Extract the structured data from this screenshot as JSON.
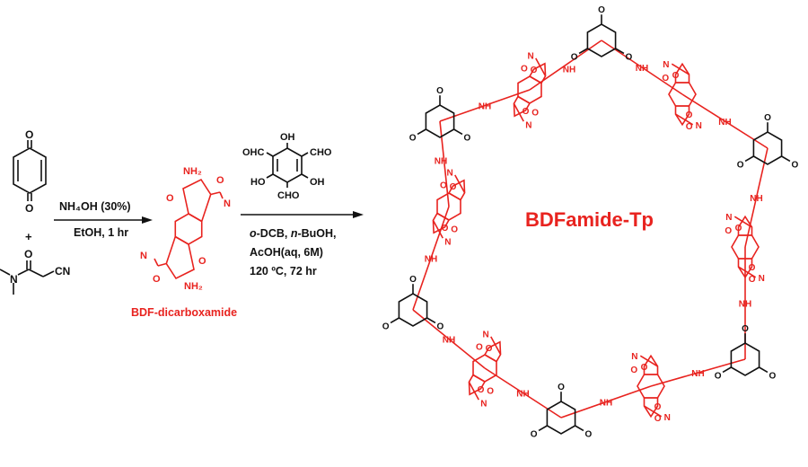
{
  "colors": {
    "black": "#111111",
    "red": "#e8231f"
  },
  "reactants": {
    "quinone_O": "O",
    "plus": "+",
    "amide_O": "O",
    "amide_N": "N",
    "nitrile": "CN"
  },
  "step1": {
    "reagent": "NH₄OH (30%)",
    "conditions": "EtOH, 1 hr"
  },
  "bdf": {
    "name": "BDF-dicarboxamide",
    "nh2": "NH₂",
    "ring_O": "O",
    "amide_O": "O",
    "amide_N": "N"
  },
  "tp": {
    "oh": "OH",
    "ho": "HO",
    "cho": "CHO",
    "ohc": "OHC"
  },
  "step2": {
    "line1_a": "o",
    "line1_b": "-DCB, ",
    "line1_c": "n",
    "line1_d": "-BuOH,",
    "line2": "AcOH(aq, 6M)",
    "line3": "120 ºC, 72 hr"
  },
  "product": {
    "title": "BDFamide-Tp",
    "atom_O": "O",
    "atom_NH": "NH",
    "atom_N": "N"
  }
}
